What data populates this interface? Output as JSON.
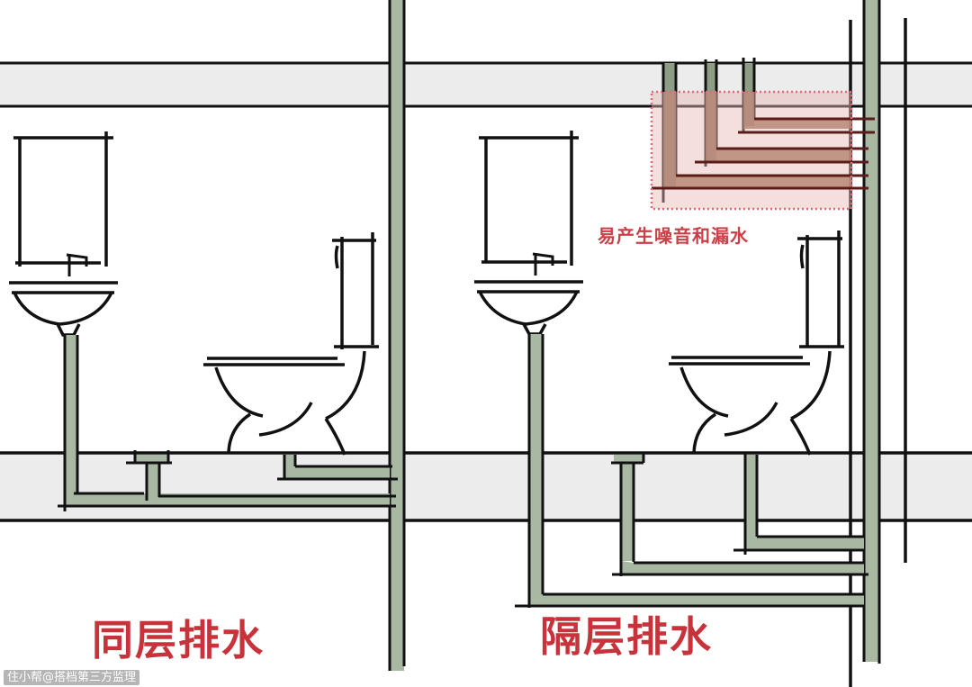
{
  "diagram": {
    "left_panel": {
      "title": "同层排水"
    },
    "right_panel": {
      "title": "隔层排水",
      "warning": "易产生噪音和漏水"
    },
    "watermark": "住小帮@搭档第三方监理"
  },
  "colors": {
    "pipe_fill": "#a9b8a2",
    "pipe_fill_dark": "#8e9e86",
    "slab_fill": "#ececec",
    "outline": "#111111",
    "highlight_fill": "#e9b8b4",
    "highlight_border": "#e0697a",
    "highlight_pipe": "#b78a78",
    "label_red": "#c8323a"
  }
}
